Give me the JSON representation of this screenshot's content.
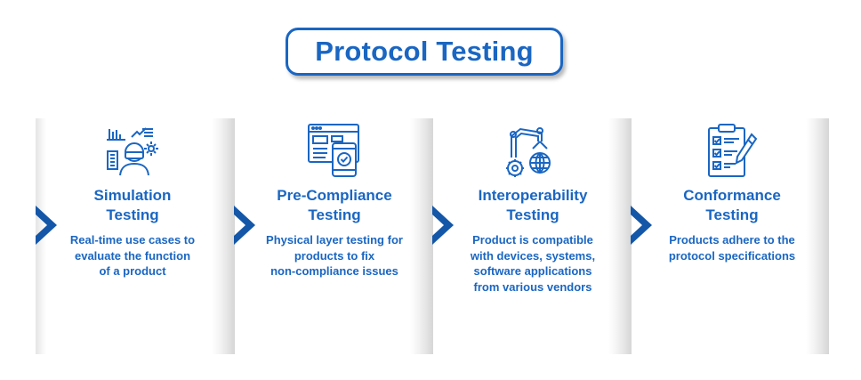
{
  "title": "Protocol Testing",
  "colors": {
    "accent": "#1a66c2",
    "chevron": "#1457a8"
  },
  "steps": [
    {
      "icon": "vr-simulation-icon",
      "title_line1": "Simulation",
      "title_line2": "Testing",
      "desc_line1": "Real-time use cases to",
      "desc_line2": "evaluate the function",
      "desc_line3": "of a product"
    },
    {
      "icon": "browser-mobile-check-icon",
      "title_line1": "Pre-Compliance",
      "title_line2": "Testing",
      "desc_line1": "Physical layer testing for",
      "desc_line2": "products to fix",
      "desc_line3": "non-compliance issues"
    },
    {
      "icon": "robotic-arm-globe-icon",
      "title_line1": "Interoperability",
      "title_line2": "Testing",
      "desc_line1": "Product is compatible",
      "desc_line2": "with devices, systems,",
      "desc_line3": "software applications",
      "desc_line4": "from various vendors"
    },
    {
      "icon": "clipboard-checklist-icon",
      "title_line1": "Conformance",
      "title_line2": "Testing",
      "desc_line1": "Products adhere to the",
      "desc_line2": "protocol specifications"
    }
  ]
}
